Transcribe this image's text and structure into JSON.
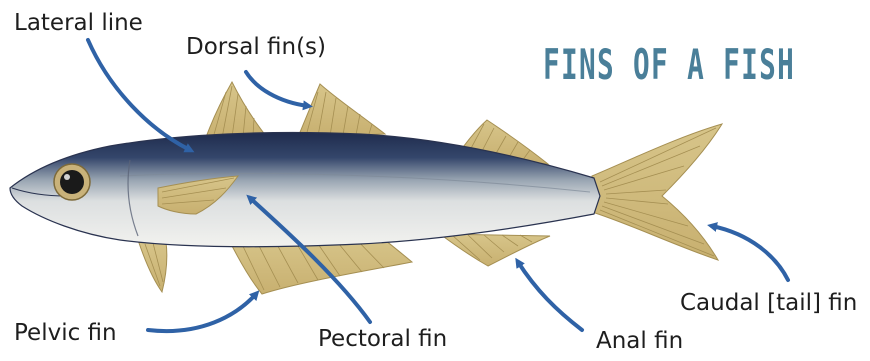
{
  "title": "FINS OF A FISH",
  "colors": {
    "title": "#4a7f99",
    "arrow": "#2f62a6",
    "fin": "#d9c78f",
    "body_dark": "#25355a",
    "body_light": "#e4e6e6"
  },
  "labels": {
    "lateral_line": "Lateral line",
    "dorsal_fin": "Dorsal fin(s)",
    "pelvic_fin": "Pelvic fin",
    "pectoral_fin": "Pectoral fin",
    "anal_fin": "Anal fin",
    "caudal_fin": "Caudal [tail] fin"
  }
}
